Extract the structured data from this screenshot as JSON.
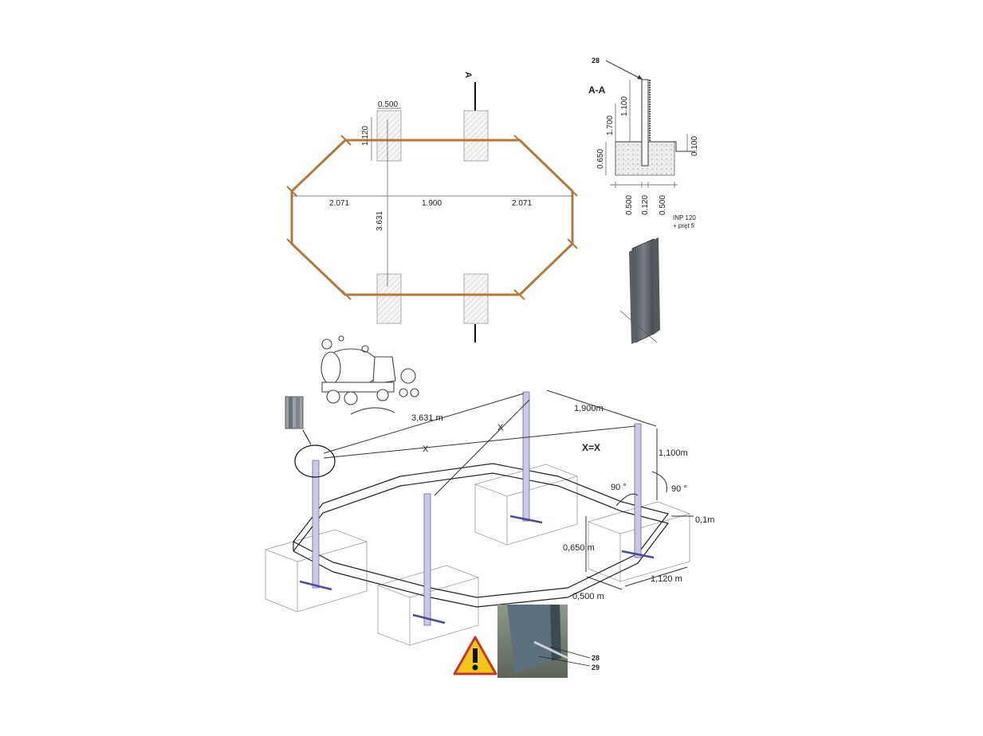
{
  "plan": {
    "marker_a": "A",
    "dims": {
      "footing_width": "0.500",
      "footing_depth": "1.120",
      "left_span": "2.071",
      "middle_span": "1.900",
      "right_span": "2.071",
      "height_span": "3.631"
    }
  },
  "section": {
    "title": "A-A",
    "callout": "28",
    "dims": {
      "post_above": "1.100",
      "total": "1.700",
      "foundation": "0.650",
      "step": "0.100",
      "left_w": "0.500",
      "post_w": "0.120",
      "right_w": "0.500"
    },
    "profile_note_1": "INP 120",
    "profile_note_2": "+ pręt fi"
  },
  "iso": {
    "d_diag": "3,631 m",
    "d_side": "1,900m",
    "x1": "X",
    "x2": "X",
    "x_eq": "X=X",
    "h_post": "1,100m",
    "ang1": "90 °",
    "ang2": "90 °",
    "slab": "0,1m",
    "found_h": "0,650 m",
    "found_w": "0,500 m",
    "found_l": "1,120 m"
  },
  "photo": {
    "callout_1": "28",
    "callout_2": "29"
  },
  "colors": {
    "fence": "#b07a3e",
    "post": "#6a6aa8",
    "warning": "#f5c518"
  },
  "icons": [
    "concrete-mixer-truck-icon",
    "warning-icon",
    "steel-profile-icon"
  ]
}
